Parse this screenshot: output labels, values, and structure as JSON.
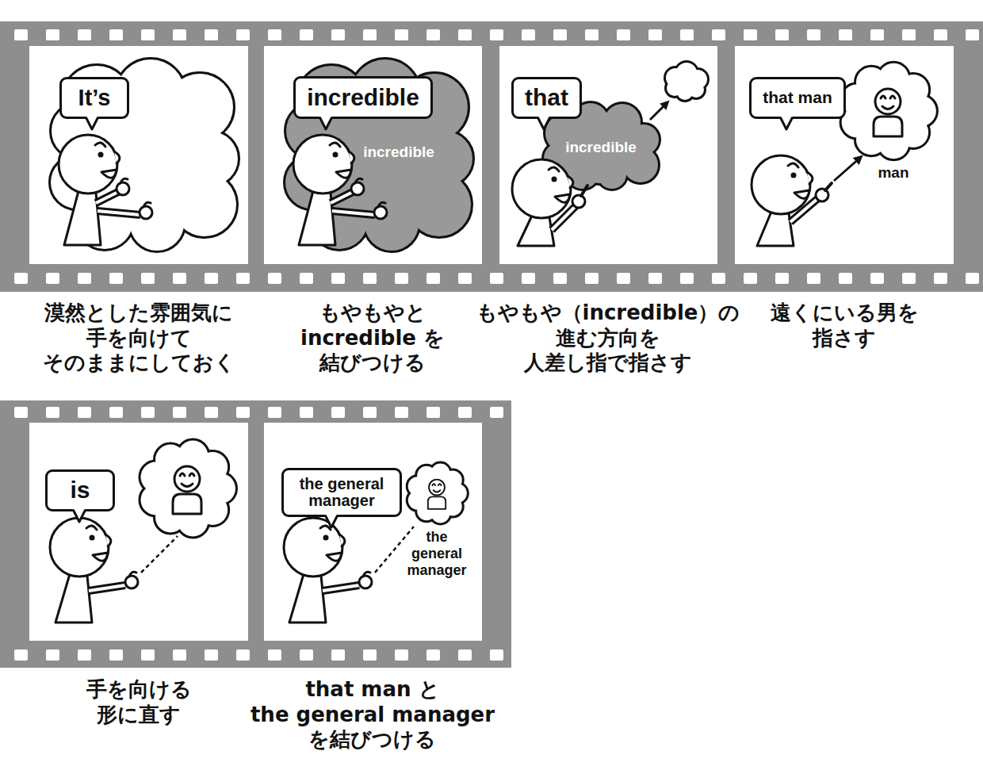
{
  "diagram": {
    "nodes": [
      {
        "text": [
          "It’s"
        ]
      },
      {
        "text": [
          "incredible"
        ]
      },
      {
        "text": [
          "incredible"
        ]
      },
      {
        "text": [
          "that"
        ]
      },
      {
        "text": [
          "incredible"
        ]
      },
      {
        "text": [
          "that man"
        ]
      },
      {
        "text": [
          "man"
        ]
      },
      {
        "text": [
          "is"
        ]
      },
      {
        "text": [
          "the general manager"
        ]
      },
      {
        "text": [
          "the general manager"
        ]
      }
    ],
    "labels": [
      "漠然とした雰囲気に 手を向けて そのままにしておく",
      "もやもやと incredible を 結びつける",
      "もやもや（incredible）の 進む方向を 人差し指で指さす",
      "遠くにいる男を 指さす",
      "手を向ける 形に直す",
      "that man と the general manager を結びつける"
    ]
  }
}
